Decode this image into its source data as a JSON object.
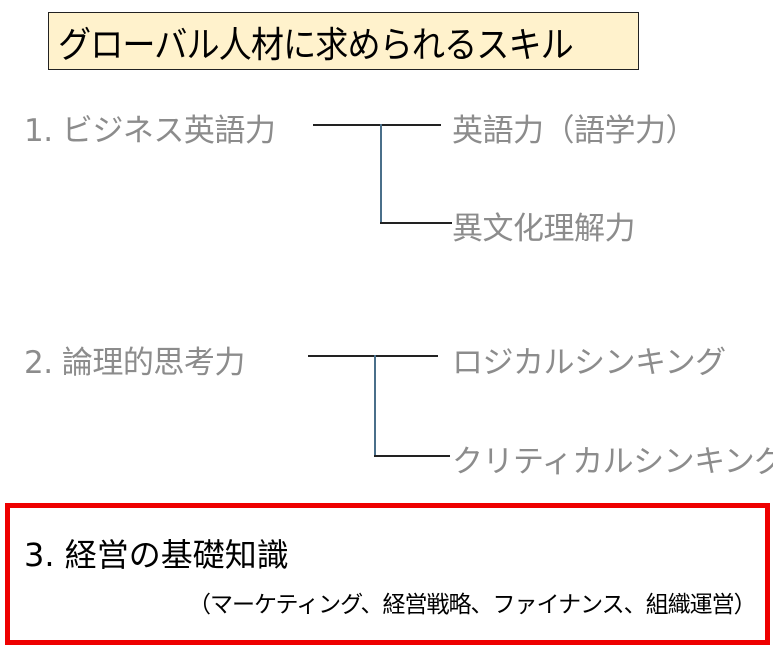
{
  "title": "グローバル人材に求められるスキル",
  "skills": [
    {
      "label": "1. ビジネス英語力",
      "children": [
        "英語力（語学力）",
        "異文化理解力"
      ]
    },
    {
      "label": "2. 論理的思考力",
      "children": [
        "ロジカルシンキング",
        "クリティカルシンキング"
      ]
    },
    {
      "label": "3. 経営の基礎知識",
      "detail": "（マーケティング、経営戦略、ファイナンス、組織運営）"
    }
  ],
  "colors": {
    "title_bg": "#fff2cc",
    "highlight": "#ee0000",
    "muted_text": "#8c8c8c"
  }
}
